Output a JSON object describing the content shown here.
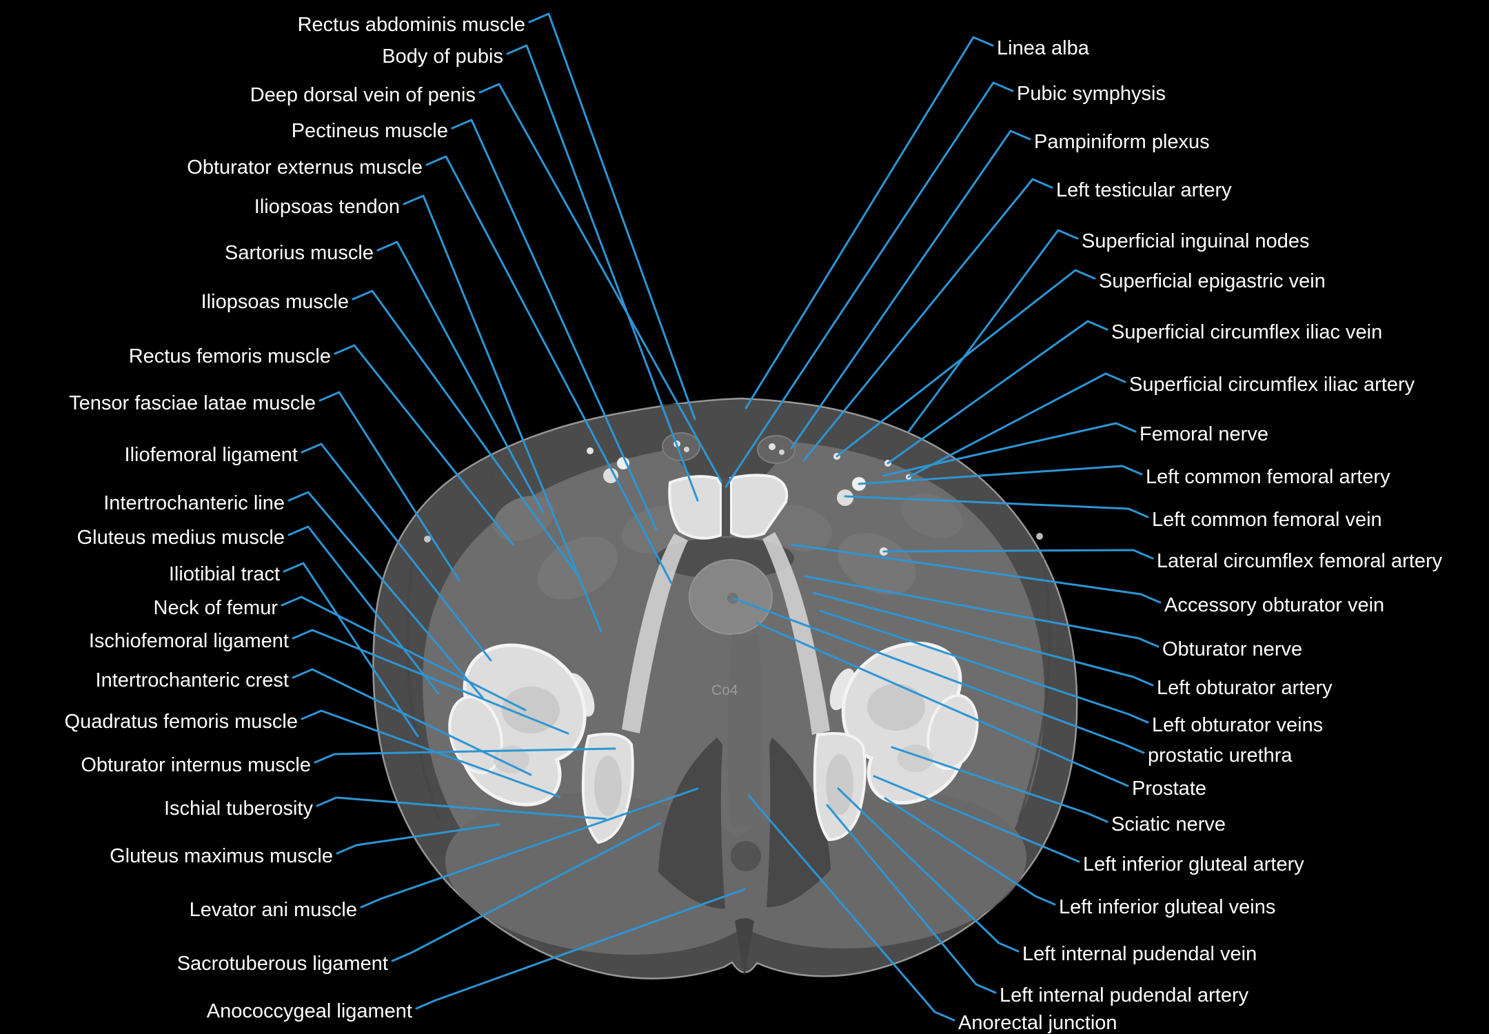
{
  "figure": {
    "type": "axial pelvis CT with anatomical annotations",
    "ct_marker": "Co4"
  },
  "colors": {
    "background": "#000000",
    "leader_line": "#2d95d4",
    "label_text": "#ffffff",
    "ct_marker_text": "#9a9a9a"
  },
  "labels_left": [
    {
      "text": "Rectus abdominis muscle"
    },
    {
      "text": "Body of pubis"
    },
    {
      "text": "Deep dorsal vein of penis"
    },
    {
      "text": "Pectineus muscle"
    },
    {
      "text": "Obturator externus muscle"
    },
    {
      "text": "Iliopsoas tendon"
    },
    {
      "text": "Sartorius muscle"
    },
    {
      "text": "Iliopsoas muscle"
    },
    {
      "text": "Rectus femoris muscle"
    },
    {
      "text": "Tensor fasciae latae muscle"
    },
    {
      "text": "Iliofemoral ligament"
    },
    {
      "text": "Intertrochanteric line"
    },
    {
      "text": "Gluteus medius muscle"
    },
    {
      "text": "Iliotibial tract"
    },
    {
      "text": "Neck of femur"
    },
    {
      "text": "Ischiofemoral ligament"
    },
    {
      "text": "Intertrochanteric crest"
    },
    {
      "text": "Quadratus femoris muscle"
    },
    {
      "text": "Obturator internus muscle"
    },
    {
      "text": "Ischial tuberosity"
    },
    {
      "text": "Gluteus maximus muscle"
    },
    {
      "text": "Levator ani muscle"
    },
    {
      "text": "Sacrotuberous ligament"
    },
    {
      "text": "Anococcygeal ligament"
    }
  ],
  "labels_right": [
    {
      "text": "Linea alba"
    },
    {
      "text": "Pubic symphysis"
    },
    {
      "text": "Pampiniform plexus"
    },
    {
      "text": "Left testicular artery"
    },
    {
      "text": "Superficial inguinal nodes"
    },
    {
      "text": "Superficial epigastric vein"
    },
    {
      "text": "Superficial circumflex iliac vein"
    },
    {
      "text": "Superficial circumflex iliac artery"
    },
    {
      "text": "Femoral nerve"
    },
    {
      "text": "Left common femoral artery"
    },
    {
      "text": "Left common femoral vein"
    },
    {
      "text": "Lateral circumflex femoral artery"
    },
    {
      "text": "Accessory obturator vein"
    },
    {
      "text": "Obturator nerve"
    },
    {
      "text": "Left obturator artery"
    },
    {
      "text": "Left obturator veins"
    },
    {
      "text": "prostatic urethra"
    },
    {
      "text": "Prostate"
    },
    {
      "text": "Sciatic nerve"
    },
    {
      "text": "Left inferior gluteal artery"
    },
    {
      "text": "Left inferior gluteal veins"
    },
    {
      "text": "Left internal pudendal vein"
    },
    {
      "text": "Left internal pudendal artery"
    },
    {
      "text": "Anorectal junction"
    }
  ]
}
